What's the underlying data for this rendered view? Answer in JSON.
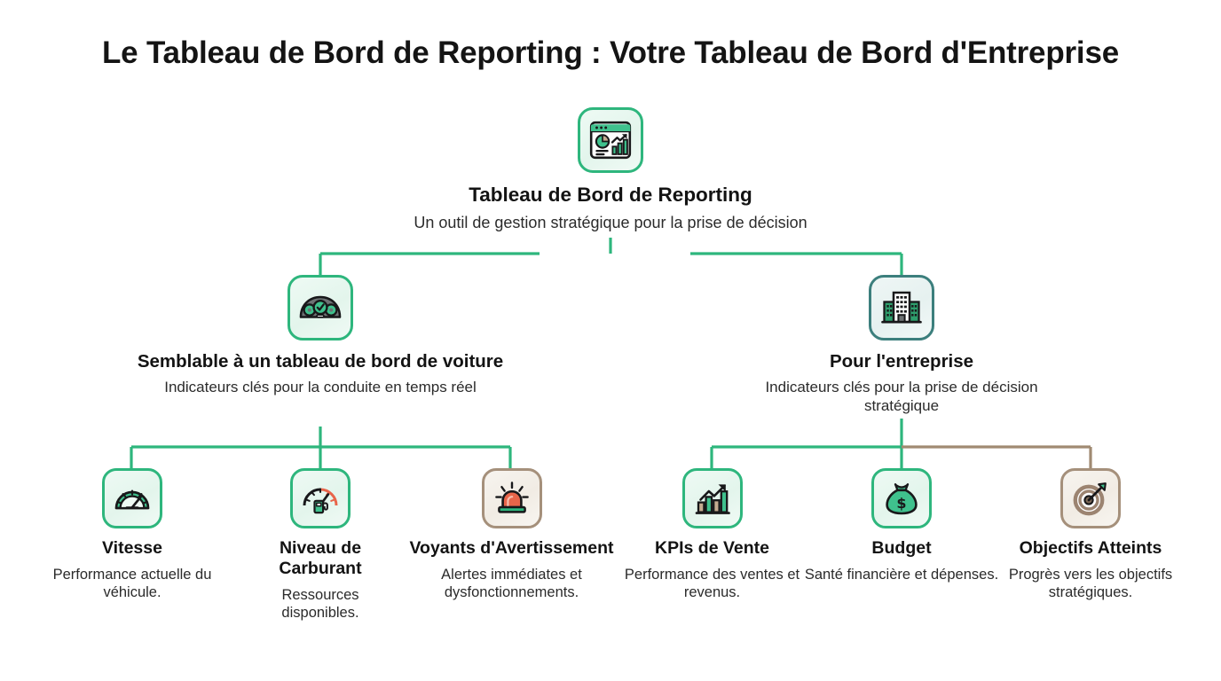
{
  "header": {
    "title": "Le Tableau de Bord de Reporting : Votre Tableau de Bord d'Entreprise"
  },
  "colors": {
    "green": "#2eb67d",
    "green_dark": "#1f9c68",
    "teal": "#3c7f7d",
    "tan": "#a5907b",
    "tan_line": "#a08a72",
    "red": "#e8654a",
    "text": "#131313",
    "background": "#ffffff"
  },
  "diagram": {
    "type": "hierarchy-tree",
    "root": {
      "id": "reporting-dashboard",
      "icon": "dashboard-report-icon",
      "icon_style": "green",
      "title": "Tableau de Bord de Reporting",
      "subtitle": "Un outil de gestion stratégique pour la prise de décision"
    },
    "branches": [
      {
        "id": "car-dashboard",
        "icon": "car-dashboard-icon",
        "icon_style": "green",
        "title": "Semblable à un tableau de bord de voiture",
        "subtitle": "Indicateurs clés pour la conduite en temps réel",
        "children": [
          {
            "id": "speed",
            "icon": "speedometer-icon",
            "icon_style": "green",
            "connector_color": "#2eb67d",
            "title": "Vitesse",
            "subtitle": "Performance actuelle du véhicule."
          },
          {
            "id": "fuel-level",
            "icon": "fuel-gauge-icon",
            "icon_style": "green",
            "connector_color": "#2eb67d",
            "title": "Niveau de Carburant",
            "subtitle": "Ressources disponibles."
          },
          {
            "id": "warning-lights",
            "icon": "warning-beacon-icon",
            "icon_style": "tan",
            "connector_color": "#2eb67d",
            "title": "Voyants d'Avertissement",
            "subtitle": "Alertes immédiates et dysfonctionnements."
          }
        ]
      },
      {
        "id": "for-business",
        "icon": "office-building-icon",
        "icon_style": "teal",
        "title": "Pour l'entreprise",
        "subtitle": "Indicateurs clés pour la prise de décision stratégique",
        "children": [
          {
            "id": "sales-kpis",
            "icon": "bar-chart-growth-icon",
            "icon_style": "green",
            "connector_color": "#2eb67d",
            "title": "KPIs de Vente",
            "subtitle": "Performance des ventes et revenus."
          },
          {
            "id": "budget",
            "icon": "money-bag-icon",
            "icon_style": "green",
            "connector_color": "#2eb67d",
            "title": "Budget",
            "subtitle": "Santé financière et dépenses."
          },
          {
            "id": "goals-reached",
            "icon": "target-dart-icon",
            "icon_style": "tan",
            "connector_color": "#a08a72",
            "title": "Objectifs Atteints",
            "subtitle": "Progrès vers les objectifs stratégiques."
          }
        ]
      }
    ]
  }
}
